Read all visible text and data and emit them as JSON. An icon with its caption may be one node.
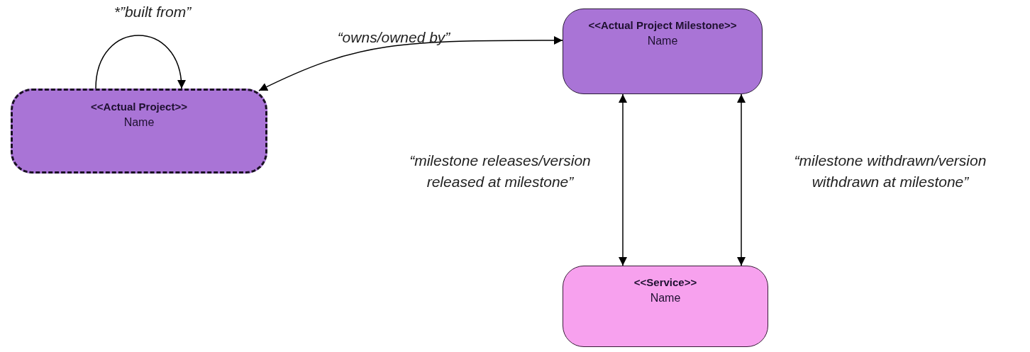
{
  "diagram": {
    "nodes": [
      {
        "text": [
          "<<Actual Project>>",
          "Name"
        ]
      },
      {
        "text": [
          "<<Actual Project Milestone>>",
          "Name"
        ]
      },
      {
        "text": [
          "<<Service>>",
          "Name"
        ]
      }
    ],
    "edges": [
      {
        "from": 0,
        "to": 0,
        "arrow": "to",
        "label": "*”built from”"
      },
      {
        "from": 0,
        "to": 1,
        "arrow": "both",
        "label": "“owns/owned by”"
      },
      {
        "from": 1,
        "to": 2,
        "arrow": "both",
        "label": "“milestone releases/version released at milestone”"
      },
      {
        "from": 1,
        "to": 2,
        "arrow": "both",
        "label": "“milestone withdrawn/version withdrawn at milestone”"
      }
    ]
  }
}
